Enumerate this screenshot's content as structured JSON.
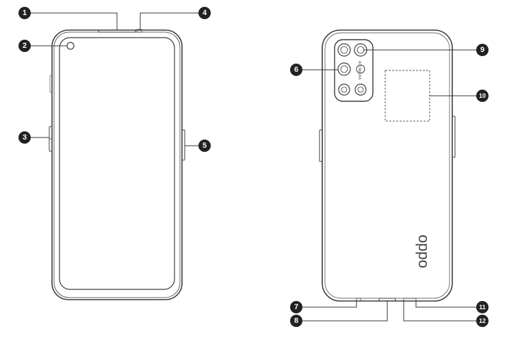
{
  "diagram": {
    "callouts": [
      {
        "label": "1"
      },
      {
        "label": "2"
      },
      {
        "label": "3"
      },
      {
        "label": "4"
      },
      {
        "label": "5"
      },
      {
        "label": "6"
      },
      {
        "label": "7"
      },
      {
        "label": "8"
      },
      {
        "label": "9"
      },
      {
        "label": "10"
      },
      {
        "label": "11"
      },
      {
        "label": "12"
      }
    ],
    "back": {
      "logo_text": "oppo",
      "camera_text": "AI CAMERA"
    }
  }
}
